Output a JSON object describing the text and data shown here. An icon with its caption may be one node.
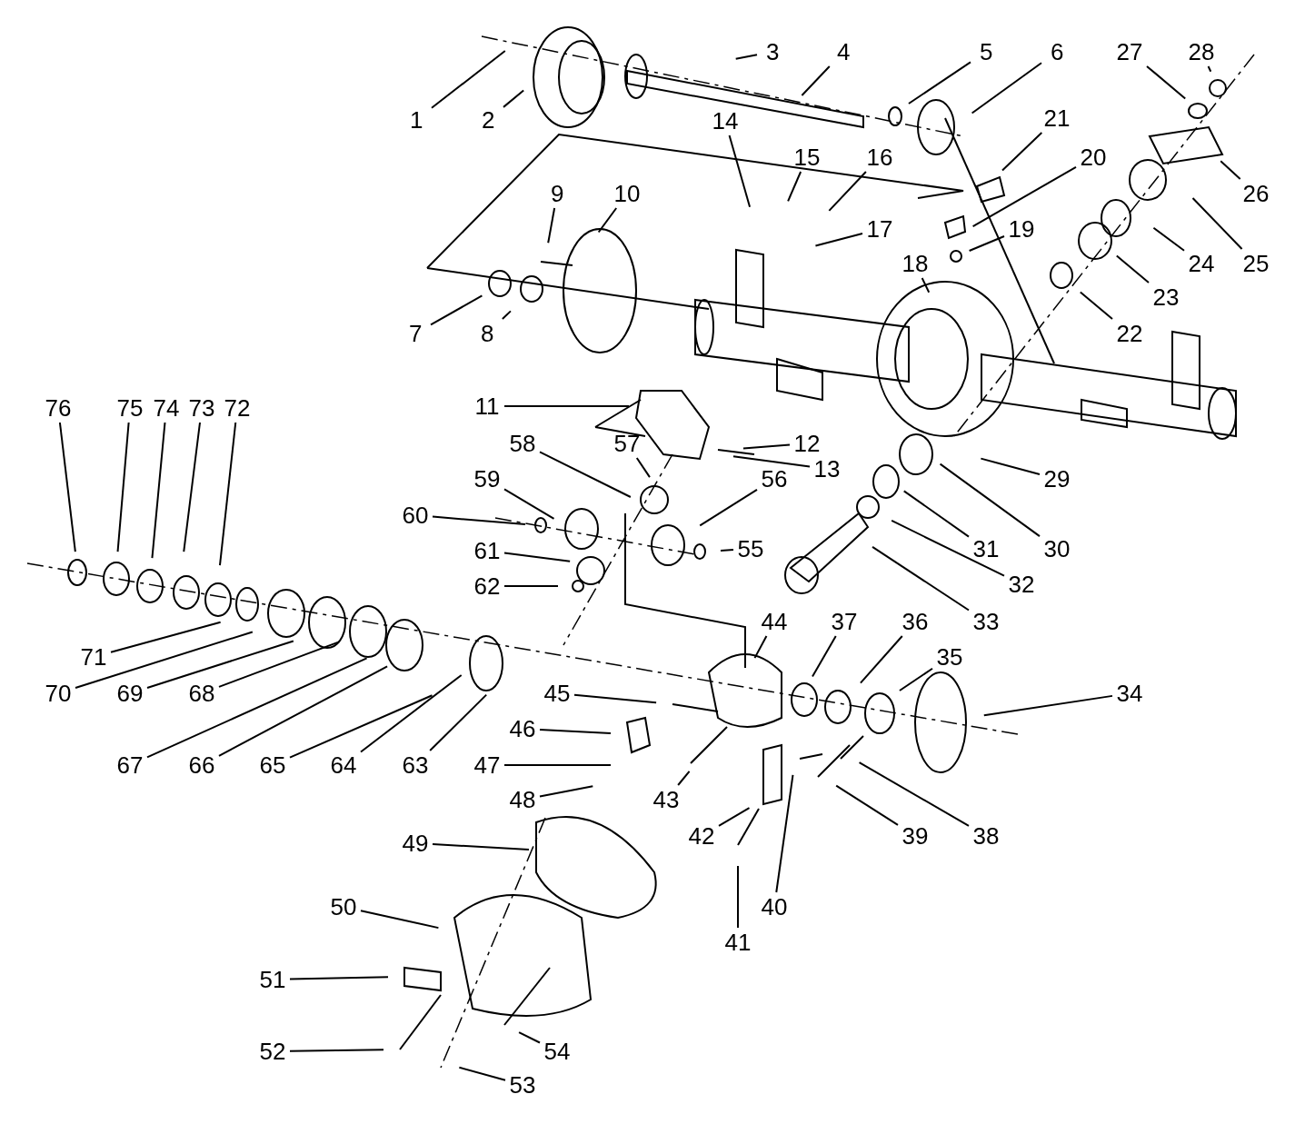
{
  "diagram": {
    "nodes": [
      {
        "text": [
          "1"
        ]
      },
      {
        "text": [
          "2"
        ]
      },
      {
        "text": [
          "3"
        ]
      },
      {
        "text": [
          "4"
        ]
      },
      {
        "text": [
          "5"
        ]
      },
      {
        "text": [
          "6"
        ]
      },
      {
        "text": [
          "7"
        ]
      },
      {
        "text": [
          "8"
        ]
      },
      {
        "text": [
          "9"
        ]
      },
      {
        "text": [
          "10"
        ]
      },
      {
        "text": [
          "11"
        ]
      },
      {
        "text": [
          "12"
        ]
      },
      {
        "text": [
          "13"
        ]
      },
      {
        "text": [
          "14"
        ]
      },
      {
        "text": [
          "15"
        ]
      },
      {
        "text": [
          "16"
        ]
      },
      {
        "text": [
          "17"
        ]
      },
      {
        "text": [
          "18"
        ]
      },
      {
        "text": [
          "19"
        ]
      },
      {
        "text": [
          "20"
        ]
      },
      {
        "text": [
          "21"
        ]
      },
      {
        "text": [
          "22"
        ]
      },
      {
        "text": [
          "23"
        ]
      },
      {
        "text": [
          "24"
        ]
      },
      {
        "text": [
          "25"
        ]
      },
      {
        "text": [
          "26"
        ]
      },
      {
        "text": [
          "27"
        ]
      },
      {
        "text": [
          "28"
        ]
      },
      {
        "text": [
          "29"
        ]
      },
      {
        "text": [
          "30"
        ]
      },
      {
        "text": [
          "31"
        ]
      },
      {
        "text": [
          "32"
        ]
      },
      {
        "text": [
          "33"
        ]
      },
      {
        "text": [
          "34"
        ]
      },
      {
        "text": [
          "35"
        ]
      },
      {
        "text": [
          "36"
        ]
      },
      {
        "text": [
          "37"
        ]
      },
      {
        "text": [
          "38"
        ]
      },
      {
        "text": [
          "39"
        ]
      },
      {
        "text": [
          "40"
        ]
      },
      {
        "text": [
          "41"
        ]
      },
      {
        "text": [
          "42"
        ]
      },
      {
        "text": [
          "43"
        ]
      },
      {
        "text": [
          "44"
        ]
      },
      {
        "text": [
          "45"
        ]
      },
      {
        "text": [
          "46"
        ]
      },
      {
        "text": [
          "47"
        ]
      },
      {
        "text": [
          "48"
        ]
      },
      {
        "text": [
          "49"
        ]
      },
      {
        "text": [
          "50"
        ]
      },
      {
        "text": [
          "51"
        ]
      },
      {
        "text": [
          "52"
        ]
      },
      {
        "text": [
          "53"
        ]
      },
      {
        "text": [
          "54"
        ]
      },
      {
        "text": [
          "55"
        ]
      },
      {
        "text": [
          "56"
        ]
      },
      {
        "text": [
          "57"
        ]
      },
      {
        "text": [
          "58"
        ]
      },
      {
        "text": [
          "59"
        ]
      },
      {
        "text": [
          "60"
        ]
      },
      {
        "text": [
          "61"
        ]
      },
      {
        "text": [
          "62"
        ]
      },
      {
        "text": [
          "63"
        ]
      },
      {
        "text": [
          "64"
        ]
      },
      {
        "text": [
          "65"
        ]
      },
      {
        "text": [
          "66"
        ]
      },
      {
        "text": [
          "67"
        ]
      },
      {
        "text": [
          "68"
        ]
      },
      {
        "text": [
          "69"
        ]
      },
      {
        "text": [
          "70"
        ]
      },
      {
        "text": [
          "71"
        ]
      },
      {
        "text": [
          "72"
        ]
      },
      {
        "text": [
          "73"
        ]
      },
      {
        "text": [
          "74"
        ]
      },
      {
        "text": [
          "75"
        ]
      },
      {
        "text": [
          "76"
        ]
      }
    ],
    "edges": [
      {
        "from": 0,
        "to": null,
        "arrow": "none"
      },
      {
        "from": 1,
        "to": null,
        "arrow": "none"
      },
      {
        "from": 2,
        "to": null,
        "arrow": "none"
      },
      {
        "from": 3,
        "to": null,
        "arrow": "none"
      },
      {
        "from": 4,
        "to": null,
        "arrow": "none"
      },
      {
        "from": 5,
        "to": null,
        "arrow": "none"
      },
      {
        "from": 6,
        "to": null,
        "arrow": "none"
      },
      {
        "from": 7,
        "to": null,
        "arrow": "none"
      },
      {
        "from": 8,
        "to": null,
        "arrow": "none"
      },
      {
        "from": 9,
        "to": null,
        "arrow": "none"
      },
      {
        "from": 10,
        "to": null,
        "arrow": "none"
      },
      {
        "from": 11,
        "to": null,
        "arrow": "none"
      },
      {
        "from": 12,
        "to": null,
        "arrow": "none"
      },
      {
        "from": 13,
        "to": null,
        "arrow": "none"
      },
      {
        "from": 14,
        "to": null,
        "arrow": "none"
      },
      {
        "from": 15,
        "to": null,
        "arrow": "none"
      },
      {
        "from": 16,
        "to": null,
        "arrow": "none"
      },
      {
        "from": 17,
        "to": null,
        "arrow": "none"
      },
      {
        "from": 18,
        "to": null,
        "arrow": "none"
      },
      {
        "from": 19,
        "to": null,
        "arrow": "none"
      },
      {
        "from": 20,
        "to": null,
        "arrow": "none"
      },
      {
        "from": 21,
        "to": null,
        "arrow": "none"
      },
      {
        "from": 22,
        "to": null,
        "arrow": "none"
      },
      {
        "from": 23,
        "to": null,
        "arrow": "none"
      },
      {
        "from": 24,
        "to": null,
        "arrow": "none"
      },
      {
        "from": 25,
        "to": null,
        "arrow": "none"
      },
      {
        "from": 26,
        "to": null,
        "arrow": "none"
      },
      {
        "from": 27,
        "to": null,
        "arrow": "none"
      },
      {
        "from": 28,
        "to": null,
        "arrow": "none"
      },
      {
        "from": 29,
        "to": null,
        "arrow": "none"
      },
      {
        "from": 30,
        "to": null,
        "arrow": "none"
      },
      {
        "from": 31,
        "to": null,
        "arrow": "none"
      },
      {
        "from": 32,
        "to": null,
        "arrow": "none"
      },
      {
        "from": 33,
        "to": null,
        "arrow": "none"
      },
      {
        "from": 34,
        "to": null,
        "arrow": "none"
      },
      {
        "from": 35,
        "to": null,
        "arrow": "none"
      },
      {
        "from": 36,
        "to": null,
        "arrow": "none"
      },
      {
        "from": 37,
        "to": null,
        "arrow": "none"
      },
      {
        "from": 38,
        "to": null,
        "arrow": "none"
      },
      {
        "from": 39,
        "to": null,
        "arrow": "none"
      },
      {
        "from": 40,
        "to": null,
        "arrow": "none"
      },
      {
        "from": 41,
        "to": null,
        "arrow": "none"
      },
      {
        "from": 42,
        "to": null,
        "arrow": "none"
      },
      {
        "from": 43,
        "to": null,
        "arrow": "none"
      },
      {
        "from": 44,
        "to": null,
        "arrow": "none"
      },
      {
        "from": 45,
        "to": null,
        "arrow": "none"
      },
      {
        "from": 46,
        "to": null,
        "arrow": "none"
      },
      {
        "from": 47,
        "to": null,
        "arrow": "none"
      },
      {
        "from": 48,
        "to": null,
        "arrow": "none"
      },
      {
        "from": 49,
        "to": null,
        "arrow": "none"
      },
      {
        "from": 50,
        "to": null,
        "arrow": "none"
      },
      {
        "from": 51,
        "to": null,
        "arrow": "none"
      },
      {
        "from": 52,
        "to": null,
        "arrow": "none"
      },
      {
        "from": 53,
        "to": null,
        "arrow": "none"
      },
      {
        "from": 54,
        "to": null,
        "arrow": "none"
      },
      {
        "from": 55,
        "to": null,
        "arrow": "none"
      },
      {
        "from": 56,
        "to": null,
        "arrow": "none"
      },
      {
        "from": 57,
        "to": null,
        "arrow": "none"
      },
      {
        "from": 58,
        "to": null,
        "arrow": "none"
      },
      {
        "from": 59,
        "to": null,
        "arrow": "none"
      },
      {
        "from": 60,
        "to": null,
        "arrow": "none"
      },
      {
        "from": 61,
        "to": null,
        "arrow": "none"
      },
      {
        "from": 62,
        "to": null,
        "arrow": "none"
      },
      {
        "from": 63,
        "to": null,
        "arrow": "none"
      },
      {
        "from": 64,
        "to": null,
        "arrow": "none"
      },
      {
        "from": 65,
        "to": null,
        "arrow": "none"
      },
      {
        "from": 66,
        "to": null,
        "arrow": "none"
      },
      {
        "from": 67,
        "to": null,
        "arrow": "none"
      },
      {
        "from": 68,
        "to": null,
        "arrow": "none"
      },
      {
        "from": 69,
        "to": null,
        "arrow": "none"
      },
      {
        "from": 70,
        "to": null,
        "arrow": "none"
      },
      {
        "from": 71,
        "to": null,
        "arrow": "none"
      },
      {
        "from": 72,
        "to": null,
        "arrow": "none"
      },
      {
        "from": 73,
        "to": null,
        "arrow": "none"
      },
      {
        "from": 74,
        "to": null,
        "arrow": "none"
      },
      {
        "from": 75,
        "to": null,
        "arrow": "none"
      }
    ]
  }
}
